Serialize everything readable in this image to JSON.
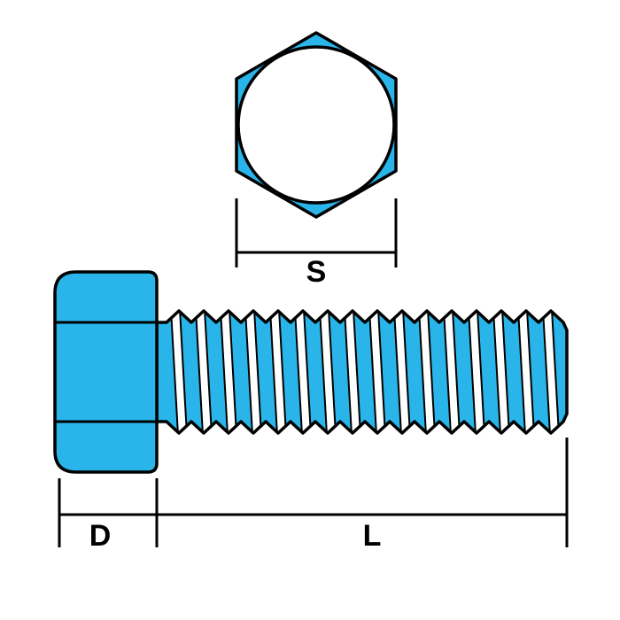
{
  "diagram": {
    "labels": {
      "s": "S",
      "d": "D",
      "l": "L"
    },
    "colors": {
      "fill": "#29B5EA",
      "outline": "#000000",
      "background": "#FFFFFF"
    }
  }
}
